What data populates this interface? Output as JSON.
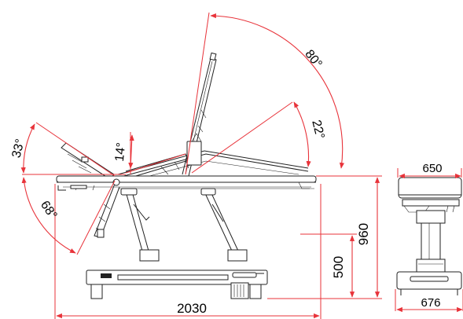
{
  "dimensions": {
    "length": "2030",
    "height_max": "960",
    "height_min": "500",
    "top_width": "650",
    "base_width": "676"
  },
  "angles": {
    "back_up": "80°",
    "back_mid": "22°",
    "leg_mid": "14°",
    "head_up": "33°",
    "head_down": "68°"
  },
  "colors": {
    "dimension_lines": "#e8333a",
    "machine_lines": "#222222"
  }
}
